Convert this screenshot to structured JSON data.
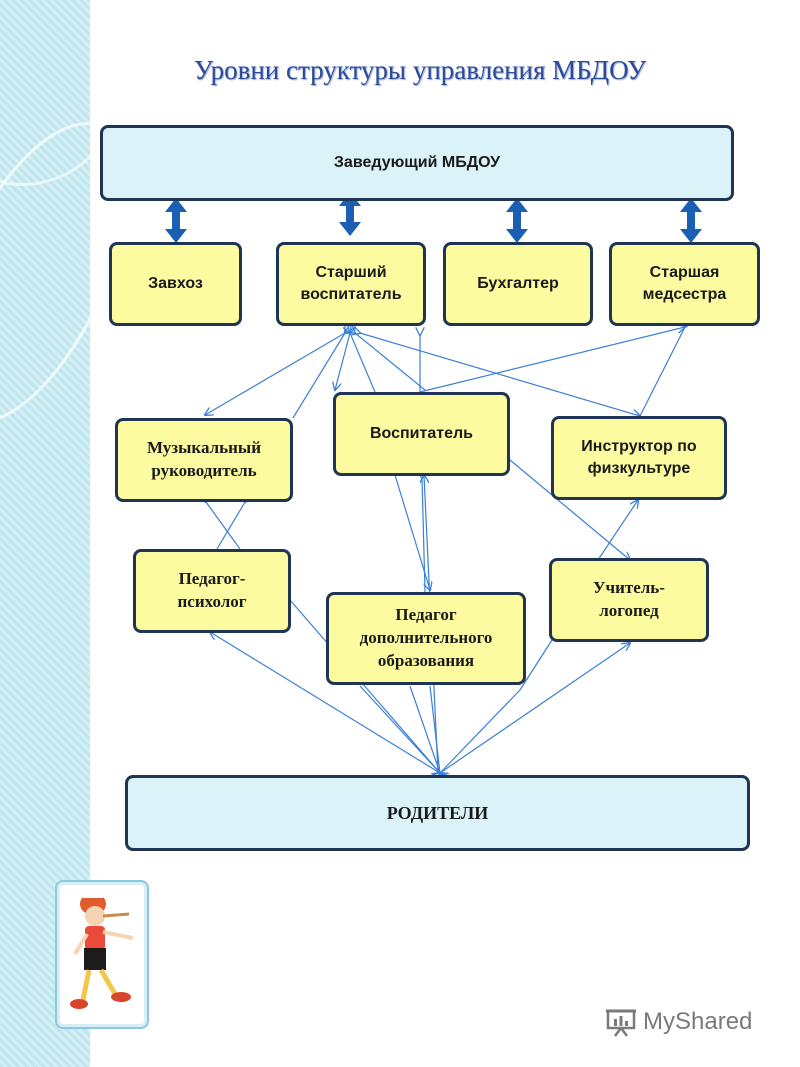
{
  "title": "Уровни структуры управления  МБДОУ",
  "nodes": {
    "head": "Заведующий МБДОУ",
    "zavhoz": "Завхоз",
    "senior_teacher": "Старший воспитатель",
    "accountant": "Бухгалтер",
    "senior_nurse": "Старшая медсестра",
    "music_director": "Музыкальный руководитель",
    "teacher": "Воспитатель",
    "pe_instructor": "Инструктор по физкультуре",
    "psychologist": "Педагог-психолог",
    "extra_education": "Педагог дополнительного образования",
    "speech_therapist": "Учитель-логопед",
    "parents": "РОДИТЕЛИ"
  },
  "watermark": "MyShared",
  "colors": {
    "title": "#2b4a9c",
    "top_box_fill": "#daf2f8",
    "staff_box_fill": "#fdfba0",
    "box_border": "#1f3553",
    "thick_arrow": "#1a5fb4",
    "thin_arrow": "#3b7fd6"
  }
}
